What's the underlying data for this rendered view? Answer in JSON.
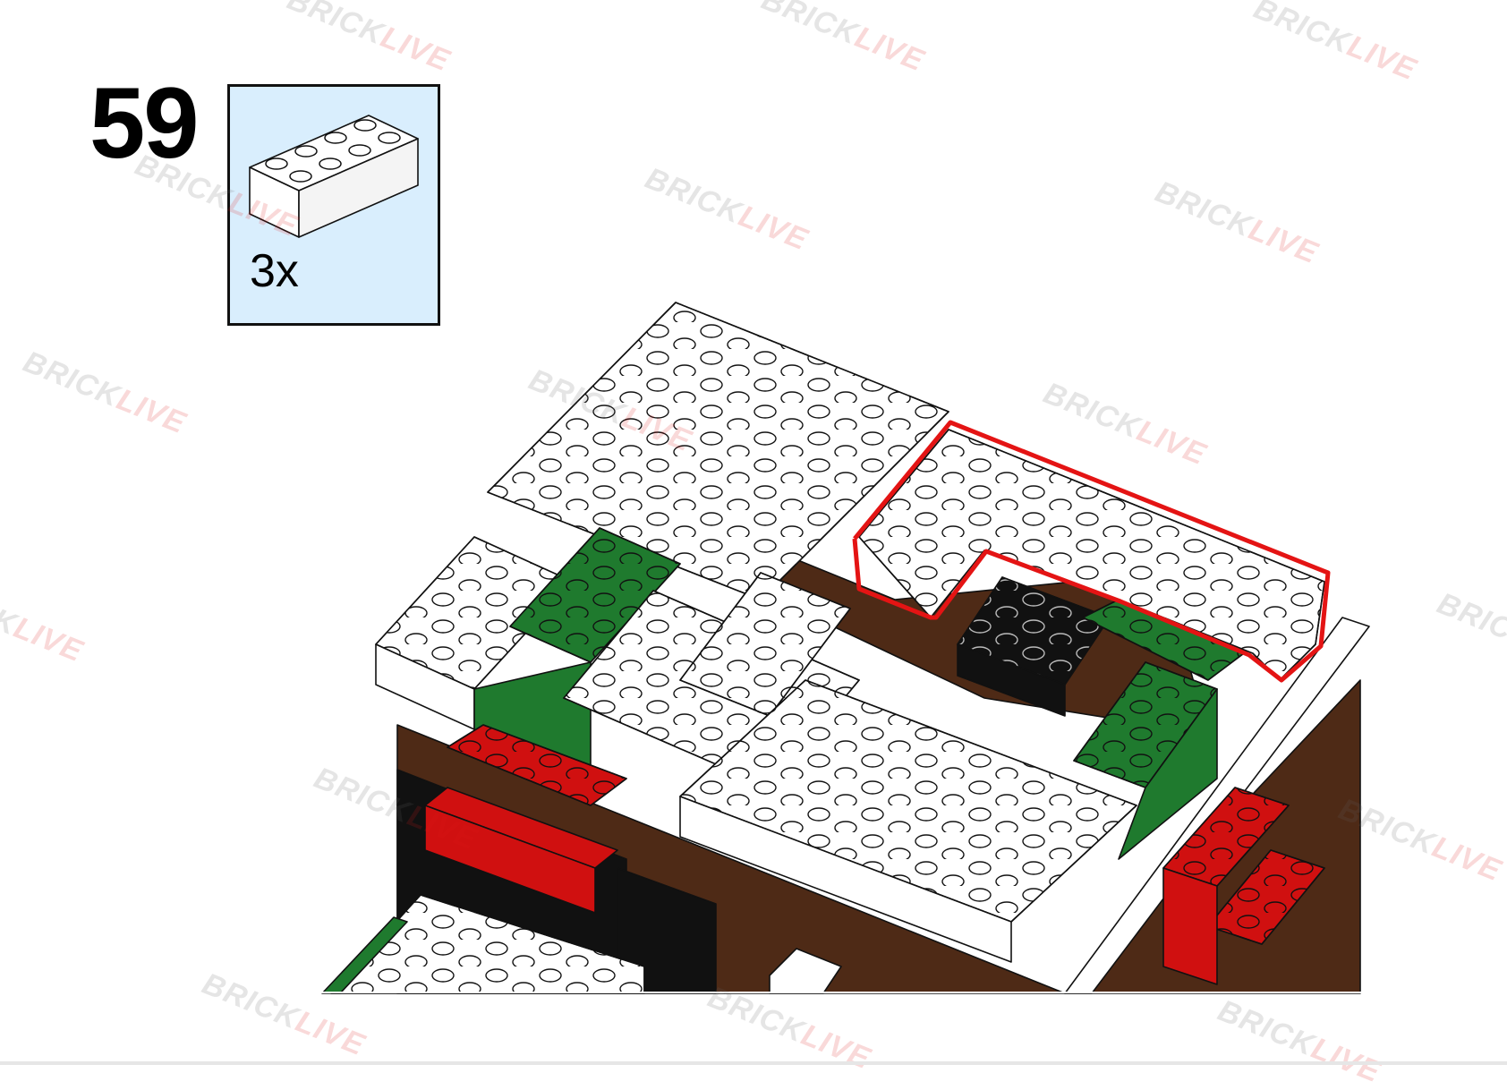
{
  "step": {
    "number": "59"
  },
  "parts": [
    {
      "icon": "brick-2x4-white-icon",
      "quantity": "3x",
      "color": "#ffffff"
    }
  ],
  "watermark": {
    "text_a": "BRICK",
    "text_b": "LIVE"
  },
  "colors": {
    "callout_background": "#d9eefd",
    "highlight_outline": "#e41414",
    "white_brick": "#ffffff",
    "brown_brick": "#4e2a16",
    "green_brick": "#1f7a2e",
    "red_brick": "#d01010",
    "black_brick": "#111111"
  }
}
